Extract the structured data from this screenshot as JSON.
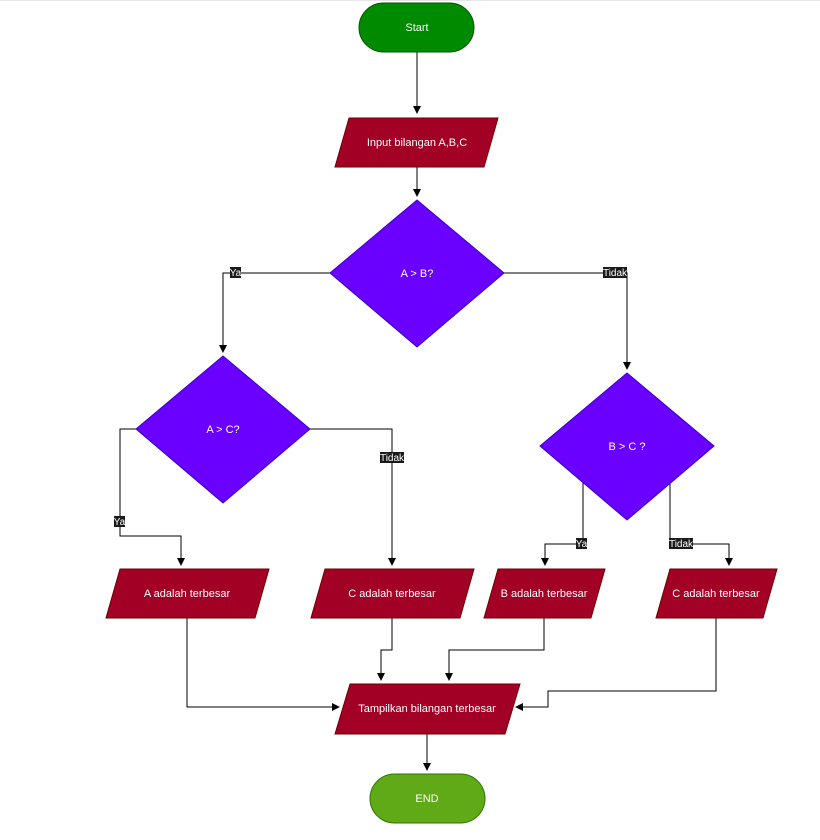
{
  "flowchart": {
    "nodes": {
      "start": "Start",
      "input": "Input bilangan A,B,C",
      "decision_ab": "A > B?",
      "decision_ac": "A > C?",
      "decision_bc": "B > C ?",
      "a_largest": "A adalah terbesar",
      "c_largest_left": "C adalah terbesar",
      "b_largest": "B adalah terbesar",
      "c_largest_right": "C adalah terbesar",
      "display": "Tampilkan bilangan terbesar",
      "end": "END"
    },
    "edge_labels": {
      "ab_yes": "Ya",
      "ab_no": "Tidak",
      "ac_yes": "Ya",
      "ac_no": "Tidak",
      "bc_yes": "Ya",
      "bc_no": "Tidak"
    },
    "colors": {
      "start": "#008a00",
      "end": "#60a917",
      "process": "#a20025",
      "decision": "#6a00ff",
      "line": "#000000",
      "edge_label_bg": "#1a1a1a"
    }
  }
}
